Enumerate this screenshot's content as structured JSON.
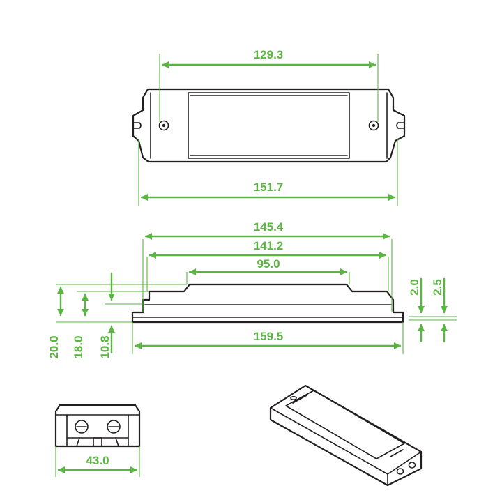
{
  "colors": {
    "dimension": "#5bb543",
    "outline": "#231f20",
    "background": "#ffffff"
  },
  "dimensions": {
    "top_holes": "129.3",
    "top_length": "151.7",
    "side_top_a": "145.4",
    "side_top_b": "141.2",
    "side_top_c": "95.0",
    "side_base": "159.5",
    "height_total": "20.0",
    "height_mid": "18.0",
    "height_step": "10.8",
    "base_thick_a": "2.0",
    "base_thick_b": "2.5",
    "end_width": "43.0"
  }
}
